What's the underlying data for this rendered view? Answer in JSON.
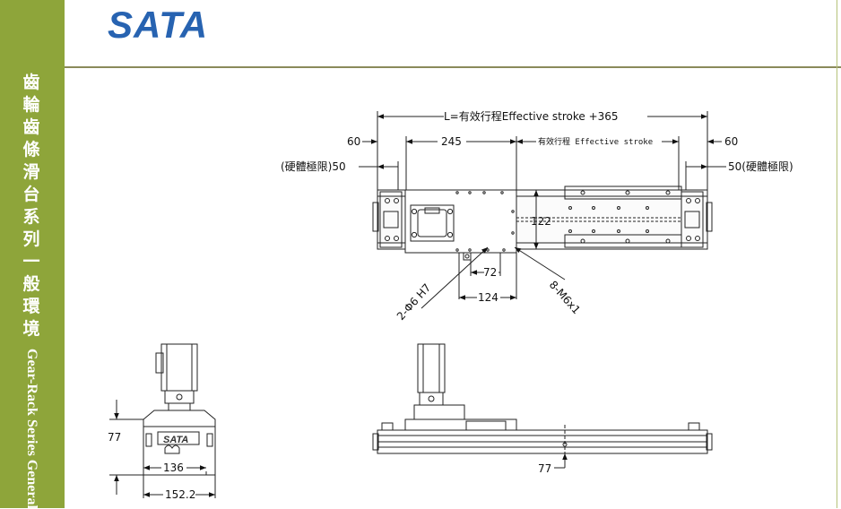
{
  "brand": {
    "logo_text": "SATA"
  },
  "sidebar": {
    "title_cn": [
      "齒",
      "輪",
      "齒",
      "條",
      "滑",
      "台",
      "系",
      "列",
      "一",
      "般",
      "環",
      "境"
    ],
    "title_en": "Gear-Rack Series General"
  },
  "top_view": {
    "total_length": "L=有效行程Effective stroke +365",
    "left_margin": "60",
    "right_margin": "60",
    "carriage_offset": "245",
    "effective_stroke": "有效行程 Effective stroke",
    "limit_left": "(硬體極限)50",
    "limit_right": "50(硬體極限)",
    "dim_122": "122",
    "dim_72": "72",
    "dim_124": "124",
    "pin_holes": "2-Φ6 H7",
    "screw_holes": "8-M6x1"
  },
  "end_view": {
    "height": "77",
    "width_inner": "136",
    "width_outer": "152.2",
    "plate_logo": "SATA"
  },
  "side_view": {
    "height": "77"
  }
}
